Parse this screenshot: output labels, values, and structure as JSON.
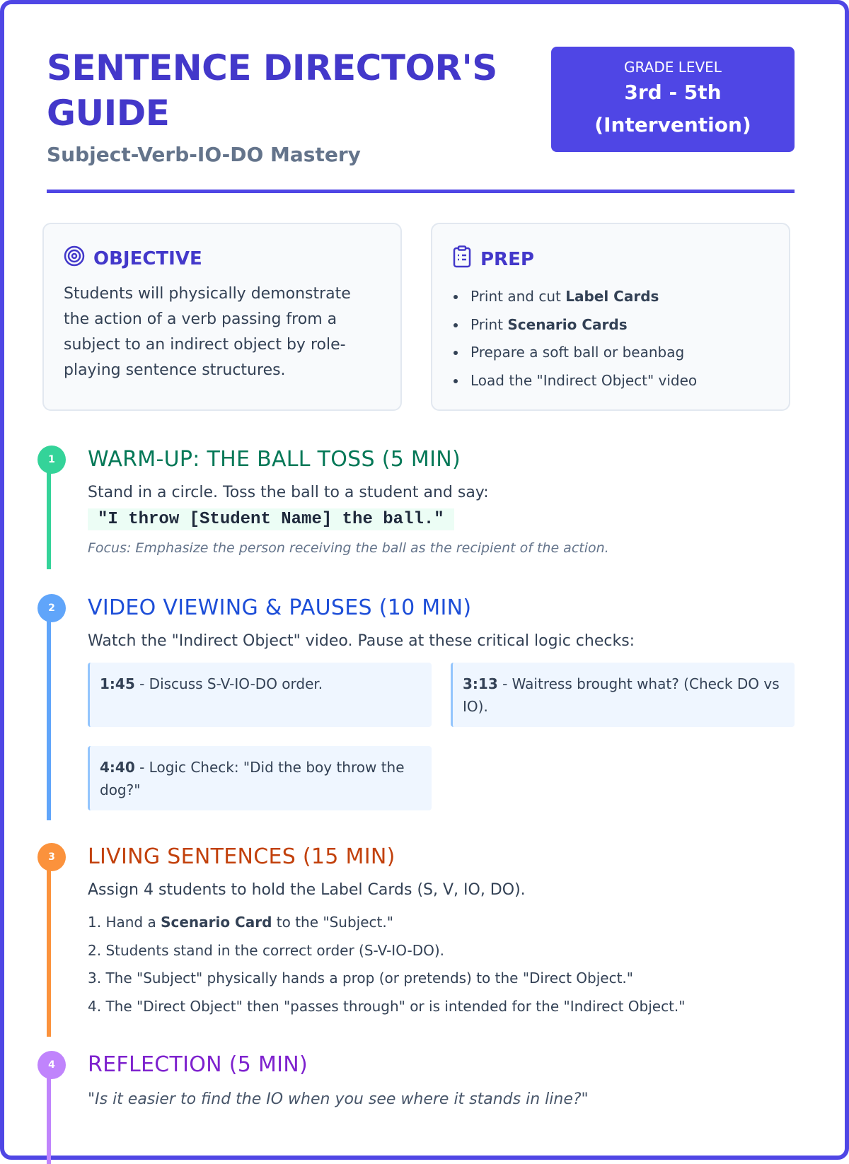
{
  "header": {
    "title": "SENTENCE DIRECTOR'S GUIDE",
    "subtitle": "Subject-Verb-IO-DO Mastery",
    "grade_label": "GRADE LEVEL",
    "grade_value_line1": "3rd - 5th",
    "grade_value_line2": "(Intervention)"
  },
  "objective": {
    "icon": "target-icon",
    "title": "OBJECTIVE",
    "text": "Students will physically demonstrate the action of a verb passing from a subject to an indirect object by role-playing sentence structures."
  },
  "prep": {
    "icon": "clipboard-icon",
    "title": "PREP",
    "items": [
      {
        "pre": "Print and cut ",
        "bold": "Label Cards",
        "post": ""
      },
      {
        "pre": "Print ",
        "bold": "Scenario Cards",
        "post": ""
      },
      {
        "pre": "Prepare a soft ball or beanbag",
        "bold": "",
        "post": ""
      },
      {
        "pre": "Load the \"Indirect Object\" video",
        "bold": "",
        "post": ""
      }
    ]
  },
  "steps": [
    {
      "num": "1",
      "title": "WARM-UP: THE BALL TOSS (5 MIN)",
      "intro": "Stand in a circle. Toss the ball to a student and say:",
      "quote": "\"I throw [Student Name] the ball.\"",
      "focus": "Focus: Emphasize the person receiving the ball as the recipient of the action.",
      "colors": {
        "dot": "#34d399",
        "heading": "#047857"
      }
    },
    {
      "num": "2",
      "title": "VIDEO VIEWING & PAUSES (10 MIN)",
      "intro": "Watch the \"Indirect Object\" video. Pause at these critical logic checks:",
      "checks": [
        {
          "time": "1:45",
          "text": " - Discuss S-V-IO-DO order."
        },
        {
          "time": "3:13",
          "text": " - Waitress brought what? (Check DO vs IO)."
        },
        {
          "time": "4:40",
          "text": " - Logic Check: \"Did the boy throw the dog?\""
        }
      ],
      "colors": {
        "dot": "#60a5fa",
        "heading": "#1d4ed8"
      }
    },
    {
      "num": "3",
      "title": "LIVING SENTENCES (15 MIN)",
      "intro": "Assign 4 students to hold the Label Cards (S, V, IO, DO).",
      "list": [
        {
          "pre": "1. Hand a ",
          "bold": "Scenario Card",
          "post": " to the \"Subject.\""
        },
        {
          "pre": "2. Students stand in the correct order (S-V-IO-DO).",
          "bold": "",
          "post": ""
        },
        {
          "pre": "3. The \"Subject\" physically hands a prop (or pretends) to the \"Direct Object.\"",
          "bold": "",
          "post": ""
        },
        {
          "pre": "4. The \"Direct Object\" then \"passes through\" or is intended for the \"Indirect Object.\"",
          "bold": "",
          "post": ""
        }
      ],
      "colors": {
        "dot": "#fb923c",
        "heading": "#c2410c"
      }
    },
    {
      "num": "4",
      "title": "REFLECTION (5 MIN)",
      "quote": "\"Is it easier to find the IO when you see where it stands in line?\"",
      "colors": {
        "dot": "#c084fc",
        "heading": "#7e22ce"
      }
    }
  ]
}
